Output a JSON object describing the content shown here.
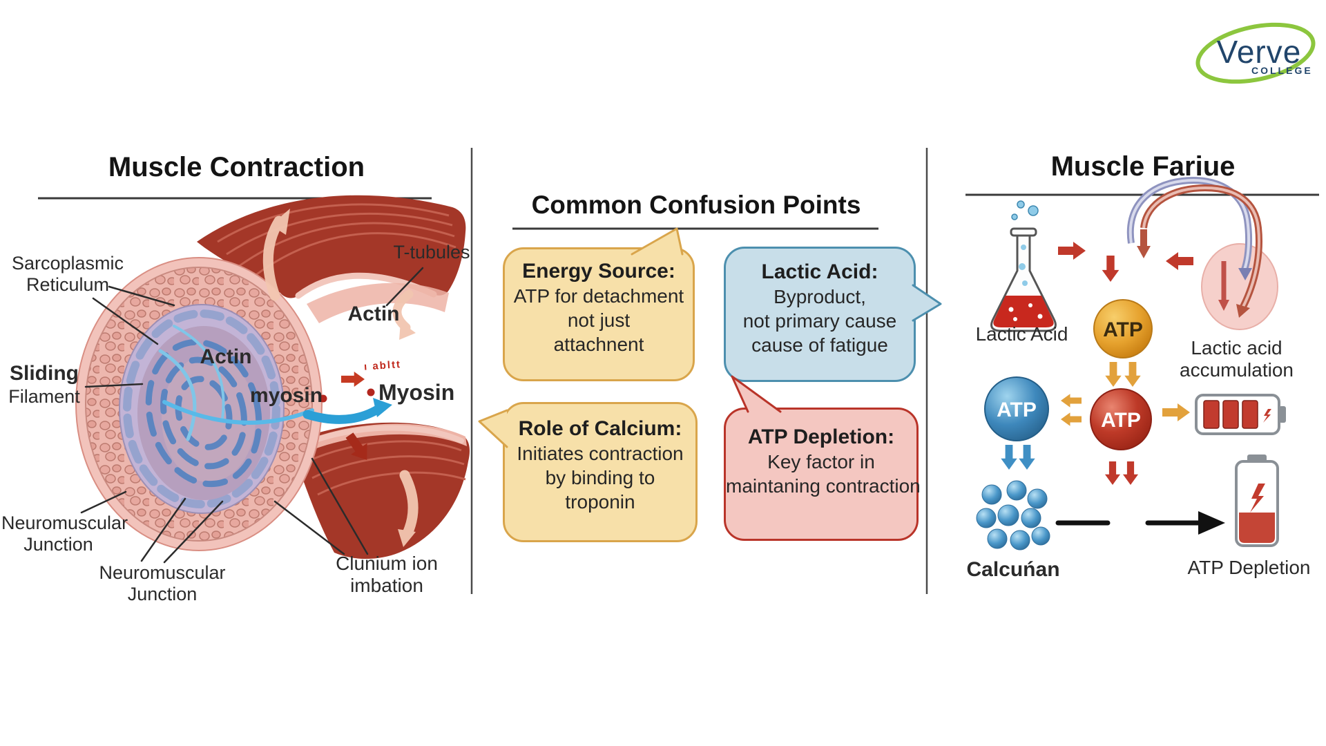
{
  "logo": {
    "name": "Verve",
    "sub": "COLLEGE",
    "swoosh_color": "#8CC63E",
    "text_color": "#21456B"
  },
  "left": {
    "title": "Muscle Contraction",
    "labels": {
      "sarcoplasmic_1": "Sarcoplasmic",
      "sarcoplasmic_2": "Reticulum",
      "sliding_1": "Sliding",
      "sliding_2": "Filament",
      "actin_core": "Actin",
      "actin_flap": "Actin",
      "t_tubules": "T-tubules",
      "myosin_lower": "myosin",
      "myosin_right": "Myosin",
      "red_scribble": "ı abltt",
      "nj1_1": "Neuromuscular",
      "nj1_2": "Junction",
      "nj2_1": "Neuromuscular",
      "nj2_2": "Junction",
      "clunium_1": "Clunium ion",
      "clunium_2": "imbation"
    }
  },
  "middle": {
    "title": "Common Confusion Points",
    "boxes": [
      {
        "heading": "Energy Source:",
        "lines": [
          "ATP for detachment",
          "not just",
          "attachnent"
        ],
        "fill": "#F7E0A9",
        "border": "#D9A54B"
      },
      {
        "heading": "Lactic Acid:",
        "lines": [
          "Byproduct,",
          "not primary cause",
          "cause of fatigue"
        ],
        "fill": "#C8DEE9",
        "border": "#4C8FAE"
      },
      {
        "heading": "Role of Calcium:",
        "lines": [
          "Initiates contraction",
          "by binding to",
          "troponin"
        ],
        "fill": "#F7E0A9",
        "border": "#D9A54B"
      },
      {
        "heading": "ATP Depletion:",
        "lines": [
          "Key factor in",
          "maintaning contraction"
        ],
        "fill": "#F4C7C1",
        "border": "#B93429"
      }
    ]
  },
  "right": {
    "title": "Muscle Fariue",
    "labels": {
      "flask": "Lactic Acid",
      "accumulation_1": "Lactic acid",
      "accumulation_2": "accumulation",
      "atp_orange": "ATP",
      "atp_blue": "ATP",
      "atp_red": "ATP",
      "calcium": "Calcuńan",
      "depletion": "ATP Depletion"
    }
  },
  "palette": {
    "red_arrow": "#C0392B",
    "gold_arrow": "#E2A13C",
    "blue_arrow": "#3F8FC4",
    "muscle_dark": "#A43728",
    "muscle_pale": "#F2C7BD",
    "divider": "#4a4a4a"
  }
}
